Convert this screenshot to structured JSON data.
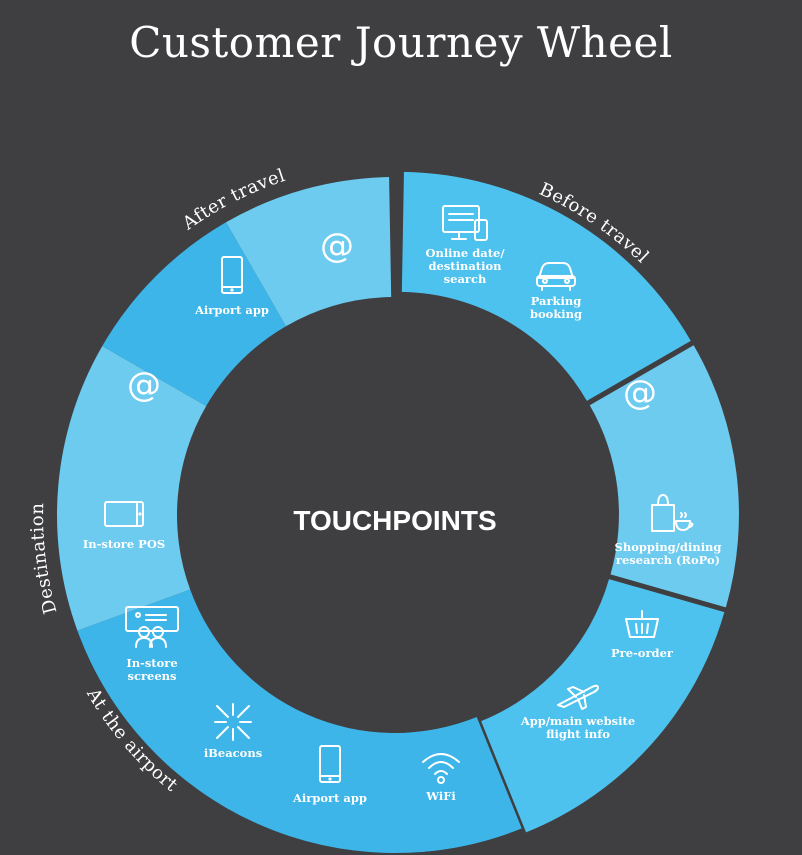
{
  "title": "Customer Journey Wheel",
  "center_label": "TOUCHPOINTS",
  "colors": {
    "background": "#3f3e41",
    "ring_primary": "#3db5e8",
    "ring_light": "#6ccbef",
    "ring_medium": "#4ec2ee",
    "text": "#ffffff"
  },
  "phases": [
    {
      "id": "before-travel",
      "label": "Before travel"
    },
    {
      "id": "at-the-airport",
      "label": "At the airport"
    },
    {
      "id": "destination",
      "label": "Destination"
    },
    {
      "id": "after-travel",
      "label": "After travel"
    }
  ],
  "touchpoints": [
    {
      "id": "online-date-search",
      "label_lines": [
        "Online date/",
        "destination",
        "search"
      ],
      "icon": "monitor-phone-icon"
    },
    {
      "id": "parking-booking",
      "label_lines": [
        "Parking",
        "booking"
      ],
      "icon": "car-icon"
    },
    {
      "id": "before-email",
      "label_lines": [],
      "icon": "at-icon",
      "glyph": "@"
    },
    {
      "id": "shopping-dining",
      "label_lines": [
        "Shopping/dining",
        "research (RoPo)"
      ],
      "icon": "shopping-bag-cup-icon"
    },
    {
      "id": "pre-order",
      "label_lines": [
        "Pre-order"
      ],
      "icon": "basket-icon"
    },
    {
      "id": "app-website",
      "label_lines": [
        "App/main website",
        "flight info"
      ],
      "icon": "airplane-icon"
    },
    {
      "id": "wifi",
      "label_lines": [
        "WiFi"
      ],
      "icon": "wifi-icon"
    },
    {
      "id": "airport-app-1",
      "label_lines": [
        "Airport app"
      ],
      "icon": "smartphone-icon"
    },
    {
      "id": "ibeacons",
      "label_lines": [
        "iBeacons"
      ],
      "icon": "beacon-icon"
    },
    {
      "id": "in-store-screens",
      "label_lines": [
        "In-store",
        "screens"
      ],
      "icon": "screen-people-icon"
    },
    {
      "id": "in-store-pos",
      "label_lines": [
        "In-store POS"
      ],
      "icon": "tablet-icon"
    },
    {
      "id": "destination-email",
      "label_lines": [],
      "icon": "at-icon",
      "glyph": "@"
    },
    {
      "id": "airport-app-2",
      "label_lines": [
        "Airport app"
      ],
      "icon": "smartphone-icon"
    },
    {
      "id": "after-email",
      "label_lines": [],
      "icon": "at-icon",
      "glyph": "@"
    }
  ]
}
